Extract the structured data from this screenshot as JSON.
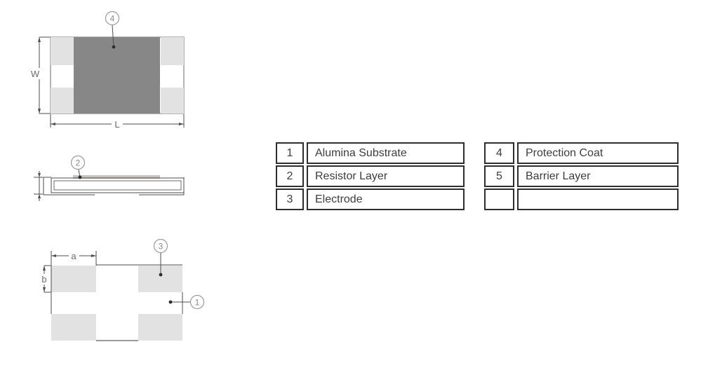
{
  "colors": {
    "protection_coat": "#878787",
    "electrode_pad": "#e2e2e2",
    "resistor_layer": "#c7c4c0",
    "line": "#4d4d4d",
    "table_border": "#2e2e2e",
    "table_text": "#3d3d3d",
    "callout": "#9c9c9c"
  },
  "views": {
    "top": {
      "callout_protection_coat": "4",
      "dim_width_label": "W",
      "dim_length_label": "L"
    },
    "side": {
      "callout_resistor_layer": "2"
    },
    "bottom": {
      "callout_electrode": "3",
      "callout_substrate": "1",
      "dim_a_label": "a",
      "dim_b_label": "b"
    }
  },
  "legend": {
    "left_rows": [
      {
        "no": "1",
        "name": "Alumina Substrate"
      },
      {
        "no": "2",
        "name": "Resistor Layer"
      },
      {
        "no": "3",
        "name": "Electrode"
      }
    ],
    "right_rows": [
      {
        "no": "4",
        "name": "Protection Coat"
      },
      {
        "no": "5",
        "name": "Barrier Layer"
      },
      {
        "no": "",
        "name": ""
      }
    ]
  }
}
